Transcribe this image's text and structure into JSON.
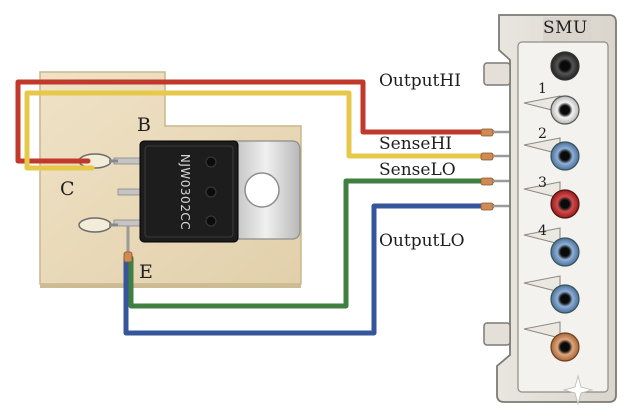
{
  "instrument": {
    "title": "SMU",
    "pin_numbers": [
      "1",
      "2",
      "3",
      "4"
    ]
  },
  "transistor": {
    "part_number": "NJW0302CC"
  },
  "terminals": {
    "base": "B",
    "collector": "C",
    "emitter": "E"
  },
  "wires": [
    {
      "label": "OutputHI",
      "color": "#c0392b"
    },
    {
      "label": "SenseHI",
      "color": "#e6c94a"
    },
    {
      "label": "SenseLO",
      "color": "#3f7f3f"
    },
    {
      "label": "OutputLO",
      "color": "#35569a"
    }
  ],
  "jack_colors": [
    "black",
    "white",
    "blue",
    "red",
    "blue",
    "blue",
    "copper"
  ]
}
